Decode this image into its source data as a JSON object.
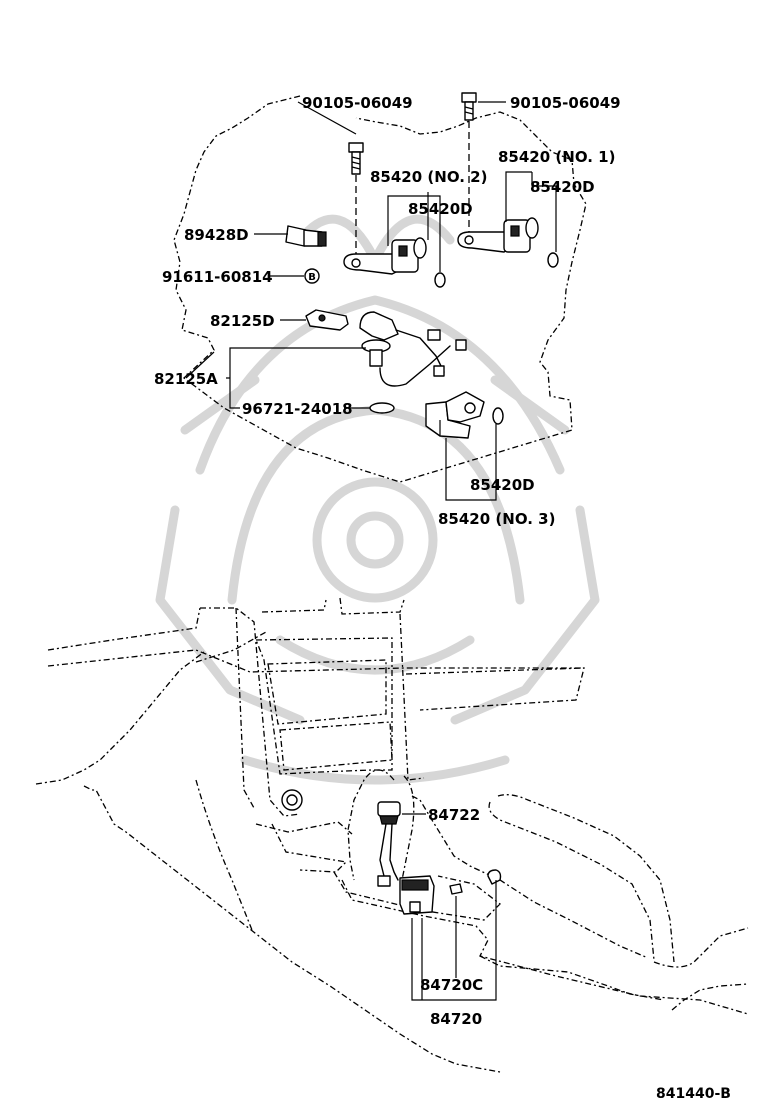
{
  "diagram_id": "841440-B",
  "callouts": {
    "bolt_left": "90105-06049",
    "bolt_right": "90105-06049",
    "sensor_no1": "85420 (NO. 1)",
    "sensor_no2": "85420 (NO. 2)",
    "sensor_no3": "85420 (NO. 3)",
    "oring_no1": "85420D",
    "oring_no2": "85420D",
    "oring_no3": "85420D",
    "temp_switch": "89428D",
    "clip": "91611-60814",
    "clip_marker": "B",
    "connector_clamp": "82125D",
    "wire_harness": "82125A",
    "oring_harness": "96721-24018",
    "lamp": "84722",
    "pattern_switch_sub": "84720C",
    "pattern_switch": "84720"
  }
}
